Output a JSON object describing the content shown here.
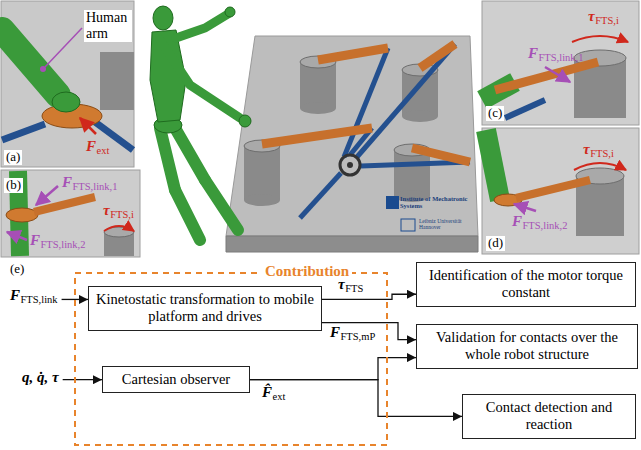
{
  "diagram": {
    "nodes": [
      {
        "text": [
          "Contribution"
        ]
      },
      {
        "text": [
          "Kinetostatic transformation to mobile platform and drives"
        ],
        "in": 0
      },
      {
        "text": [
          "Cartesian observer"
        ],
        "in": 0
      },
      {
        "text": [
          "Identification of the motor torque constant"
        ]
      },
      {
        "text": [
          "Validation for contacts over the whole robot structure"
        ]
      },
      {
        "text": [
          "Contact detection and reaction"
        ]
      }
    ],
    "edges": [
      {
        "from": 1,
        "to": 3,
        "arrow": "to"
      },
      {
        "from": 1,
        "to": 4,
        "arrow": "to"
      },
      {
        "from": 2,
        "to": 4,
        "arrow": "to"
      },
      {
        "from": 2,
        "to": 5,
        "arrow": "to"
      }
    ],
    "labels": [
      "Human arm",
      "(a)",
      "F",
      "ext",
      "(b)",
      "F",
      "FTS,link,1",
      "τ",
      "FTS,i",
      "F",
      "FTS,link,2",
      "(c)",
      "τ",
      "FTS,i",
      "F",
      "FTS,link,1",
      "(d)",
      "τ",
      "FTS,i",
      "F",
      "FTS,link,2",
      "Institute of Mechatronic Systems",
      "Leibniz Universität Hannover",
      "(e)",
      "F",
      "FTS,link",
      "q, q̇, τ",
      "τ",
      "FTS",
      "F",
      "FTS,mP",
      "F̂",
      "ext"
    ]
  }
}
